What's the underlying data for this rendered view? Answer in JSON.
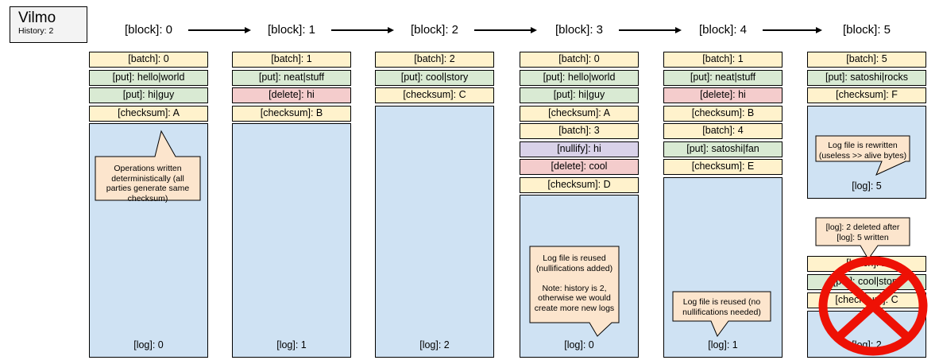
{
  "legend": {
    "title": "Vilmo",
    "subtitle": "History: 2"
  },
  "colors": {
    "batch_row": "#fff2cc",
    "checksum_row": "#fff2cc",
    "put_row": "#d9ead3",
    "delete_row": "#f4cccc",
    "nullify_row": "#d9d2e9",
    "log_container": "#cfe2f3",
    "callout_bubble": "#fce5cd",
    "legend_bg": "#f3f3f3",
    "border": "#000000",
    "prohibited_x": "#ee1105"
  },
  "cols": [
    {
      "block": "[block]: 0",
      "ops": [
        {
          "kind": "batch",
          "label": "[batch]: 0"
        },
        {
          "kind": "put",
          "label": "[put]: hello|world"
        },
        {
          "kind": "put",
          "label": "[put]: hi|guy"
        },
        {
          "kind": "checksum",
          "label": "[checksum]: A"
        }
      ],
      "log": "[log]: 0",
      "callout": {
        "lines": [
          "Operations written",
          "deterministically (all",
          "parties generate same",
          "checksum)"
        ]
      }
    },
    {
      "block": "[block]: 1",
      "ops": [
        {
          "kind": "batch",
          "label": "[batch]: 1"
        },
        {
          "kind": "put",
          "label": "[put]: neat|stuff"
        },
        {
          "kind": "delete",
          "label": "[delete]: hi"
        },
        {
          "kind": "checksum",
          "label": "[checksum]: B"
        }
      ],
      "log": "[log]: 1"
    },
    {
      "block": "[block]: 2",
      "ops": [
        {
          "kind": "batch",
          "label": "[batch]: 2"
        },
        {
          "kind": "put",
          "label": "[put]: cool|story"
        },
        {
          "kind": "checksum",
          "label": "[checksum]: C"
        }
      ],
      "log": "[log]: 2"
    },
    {
      "block": "[block]: 3",
      "ops": [
        {
          "kind": "batch",
          "label": "[batch]: 0"
        },
        {
          "kind": "put",
          "label": "[put]: hello|world"
        },
        {
          "kind": "put",
          "label": "[put]: hi|guy"
        },
        {
          "kind": "checksum",
          "label": "[checksum]: A"
        },
        {
          "kind": "batch",
          "label": "[batch]: 3"
        },
        {
          "kind": "nullify",
          "label": "[nullify]: hi"
        },
        {
          "kind": "delete",
          "label": "[delete]: cool"
        },
        {
          "kind": "checksum",
          "label": "[checksum]: D"
        }
      ],
      "log": "[log]: 0",
      "callout": {
        "lines": [
          "Log file is reused",
          "(nullifications added)",
          "",
          "Note: history is 2,",
          "otherwise we would",
          "create more new logs"
        ]
      }
    },
    {
      "block": "[block]: 4",
      "ops": [
        {
          "kind": "batch",
          "label": "[batch]: 1"
        },
        {
          "kind": "put",
          "label": "[put]: neat|stuff"
        },
        {
          "kind": "delete",
          "label": "[delete]: hi"
        },
        {
          "kind": "checksum",
          "label": "[checksum]: B"
        },
        {
          "kind": "batch",
          "label": "[batch]: 4"
        },
        {
          "kind": "put",
          "label": "[put]: satoshi|fan"
        },
        {
          "kind": "checksum",
          "label": "[checksum]: E"
        }
      ],
      "log": "[log]: 1",
      "callout": {
        "lines": [
          "Log file is reused (no",
          "nullifications needed)"
        ]
      }
    },
    {
      "block": "[block]: 5",
      "ops": [
        {
          "kind": "batch",
          "label": "[batch]: 5"
        },
        {
          "kind": "put",
          "label": "[put]: satoshi|rocks"
        },
        {
          "kind": "checksum",
          "label": "[checksum]: F"
        }
      ],
      "log": "[log]: 5",
      "callout": {
        "lines": [
          "Log file is rewritten",
          "(useless >> alive bytes)"
        ]
      },
      "deleted": {
        "ops": [
          {
            "kind": "batch",
            "label": "[batch]: 2"
          },
          {
            "kind": "put",
            "label": "[put]: cool|story"
          },
          {
            "kind": "checksum",
            "label": "[checksum]: C"
          }
        ],
        "log": "[log]: 2",
        "callout": {
          "lines": [
            "[log]: 2 deleted after",
            "[log]: 5 written"
          ]
        }
      }
    }
  ]
}
